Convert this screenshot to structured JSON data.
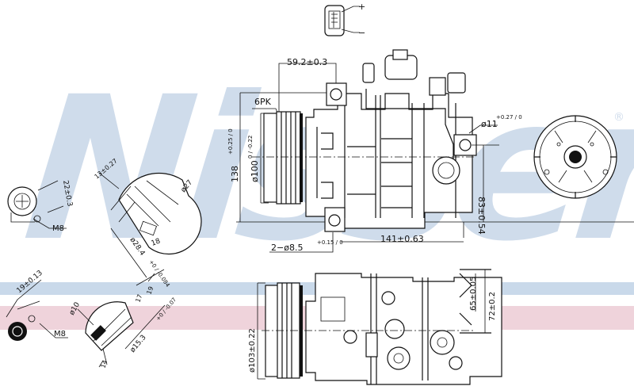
{
  "watermark": {
    "brand": "Nissens",
    "registered": "®"
  },
  "colors": {
    "band_blue": "#c9d9ea",
    "band_pink": "#efd3db",
    "line": "#111111"
  },
  "connector": {
    "plus": "+",
    "minus": "−"
  },
  "dimensions": {
    "bolt_spacing": "59.2±0.3",
    "belt": "6PK",
    "height": "138",
    "height_tol": "+0.25 / 0",
    "pulley_dia": "ø100",
    "pulley_tol": "0 / -0.22",
    "mount_hole_right": "ø11",
    "mount_hole_right_tol": "+0.27 / 0",
    "mount_height": "83±0.54",
    "length": "141±0.63",
    "mount_holes": "2−ø8.5",
    "mount_holes_tol": "+0.15 / 0",
    "lower_pulley_dia": "ø103±0.22",
    "port_height_1": "65±0.05",
    "port_height_2": "72±0.2"
  },
  "details": {
    "port1_offset": "22±0.3",
    "port1_thread": "M8",
    "port2_offset": "19±0.13",
    "port2_thread": "M8",
    "fitting1_a": "13±0.27",
    "fitting1_b": "ø27",
    "fitting1_c": "18",
    "fitting1_d": "ø28.4",
    "fitting1_d_tol": "+0 / -0.084",
    "fitting2_a": "ø10",
    "fitting2_b": "ø15.3",
    "fitting2_b_tol": "+0 / -0.07",
    "fitting2_c": "17",
    "fitting2_d": "19",
    "fitting2_e": "14"
  }
}
